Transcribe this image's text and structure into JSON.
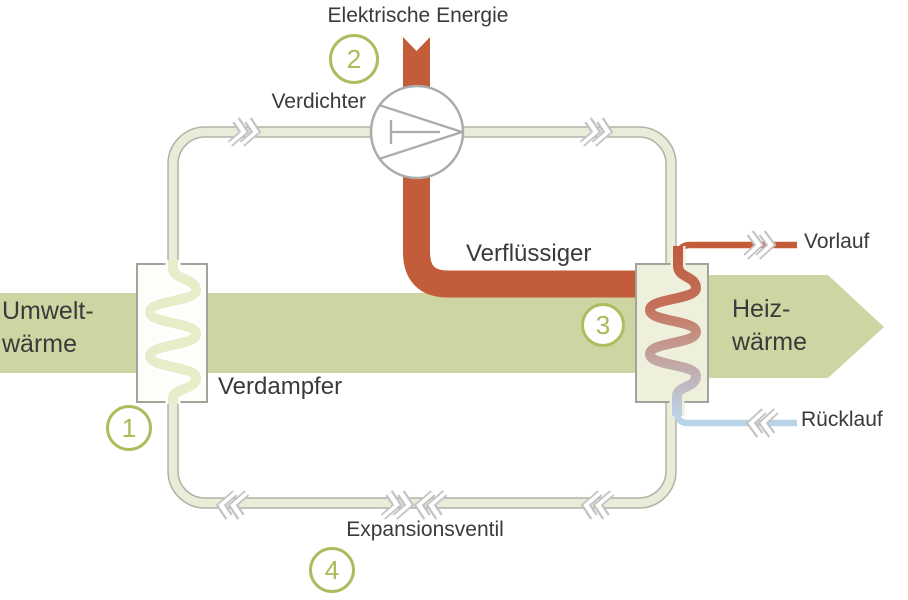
{
  "diagram": {
    "type": "heat-pump-schematic",
    "energy_input_label": "Elektrische Energie",
    "components": {
      "compressor_label": "Verdichter",
      "condenser_label": "Verflüssiger",
      "evaporator_label": "Verdampfer",
      "expansion_valve_label": "Expansionsventil"
    },
    "water_circuit": {
      "supply_label": "Vorlauf",
      "return_label": "Rücklauf"
    },
    "heat_flow": {
      "input": {
        "line1": "Umwelt-",
        "line2": "wärme"
      },
      "output": {
        "line1": "Heiz-",
        "line2": "wärme"
      }
    },
    "badges": [
      {
        "number": "1",
        "marks": "Verdampfer"
      },
      {
        "number": "2",
        "marks": "Verdichter"
      },
      {
        "number": "3",
        "marks": "Verflüssiger"
      },
      {
        "number": "4",
        "marks": "Expansionsventil"
      }
    ],
    "colors": {
      "hot_pipe": "#c25c39",
      "cold_return_pipe": "#b9d4e7",
      "heat_band": "#cfd5a2",
      "circuit_pipe": "#eaecd9",
      "circuit_outline": "#b0b2a6",
      "badge_ring": "#aebc5f",
      "badge_number": "#a9ba56",
      "text": "#3a3a3a"
    }
  }
}
